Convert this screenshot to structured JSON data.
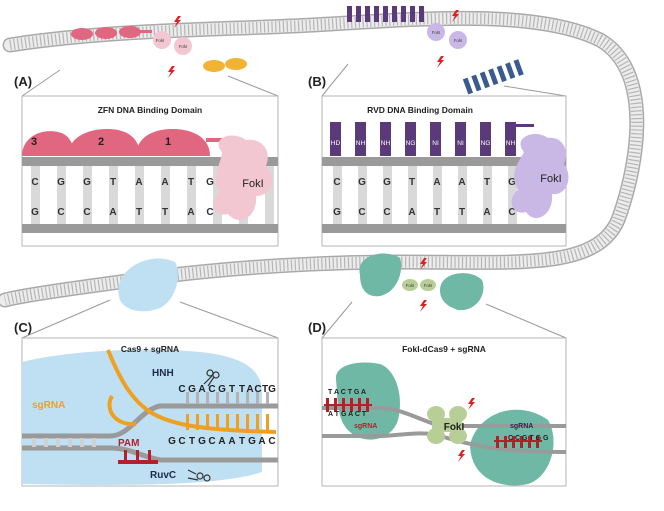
{
  "panels": {
    "a": {
      "letter": "(A)",
      "title": "ZFN DNA Binding Domain",
      "finger_numbers": [
        "3",
        "2",
        "1"
      ],
      "top_strand": [
        "C",
        "G",
        "G",
        "T",
        "A",
        "A",
        "T",
        "G"
      ],
      "bottom_strand": [
        "G",
        "C",
        "C",
        "A",
        "T",
        "T",
        "A",
        "C"
      ],
      "nuclease_label": "FokI"
    },
    "b": {
      "letter": "(B)",
      "title": "RVD DNA Binding Domain",
      "rvd_labels": [
        "HD",
        "NH",
        "NH",
        "NG",
        "NI",
        "NI",
        "NG",
        "NH"
      ],
      "top_strand": [
        "C",
        "G",
        "G",
        "T",
        "A",
        "A",
        "T",
        "G"
      ],
      "bottom_strand": [
        "G",
        "C",
        "C",
        "A",
        "T",
        "T",
        "A",
        "C"
      ],
      "nuclease_label": "FokI"
    },
    "c": {
      "letter": "(C)",
      "title": "Cas9 + sgRNA",
      "hnh_label": "HNH",
      "sgrna_label": "sgRNA",
      "pam_label": "PAM",
      "ruvc_label": "RuvC",
      "top_sequence": [
        "C",
        "G",
        "A",
        "C",
        "G",
        "T",
        "T",
        "A",
        "C",
        "T",
        "G"
      ],
      "bottom_sequence": [
        "G",
        "C",
        "T",
        "G",
        "C",
        "A",
        "A",
        "T",
        "G",
        "A",
        "C"
      ]
    },
    "d": {
      "letter": "(D)",
      "title": "FokI-dCas9  + sgRNA",
      "left_top_seq": "T A C T G A",
      "left_bottom_seq": "A T G A C T",
      "left_sgrna": "sgRNA",
      "right_sgrna": "sgRNA",
      "right_seq": "C C G T G G",
      "fokI_label": "FokI"
    }
  },
  "strand_labels": {
    "small_fokI": "FokI"
  },
  "colors": {
    "dna": "#c9c9c9",
    "zfn": "#e0677f",
    "zfn_fokI": "#f3c7d2",
    "tale": "#5a3a78",
    "tale_fokI": "#c9b8e6",
    "cas9": "#bfe0f3",
    "dcas9": "#6fb8a6",
    "sgrna": "#f0a020",
    "pam": "#b3202a",
    "cut": "#e02020",
    "blue_rvd": "#3b5b8f",
    "yellow_zf": "#f2b233"
  }
}
